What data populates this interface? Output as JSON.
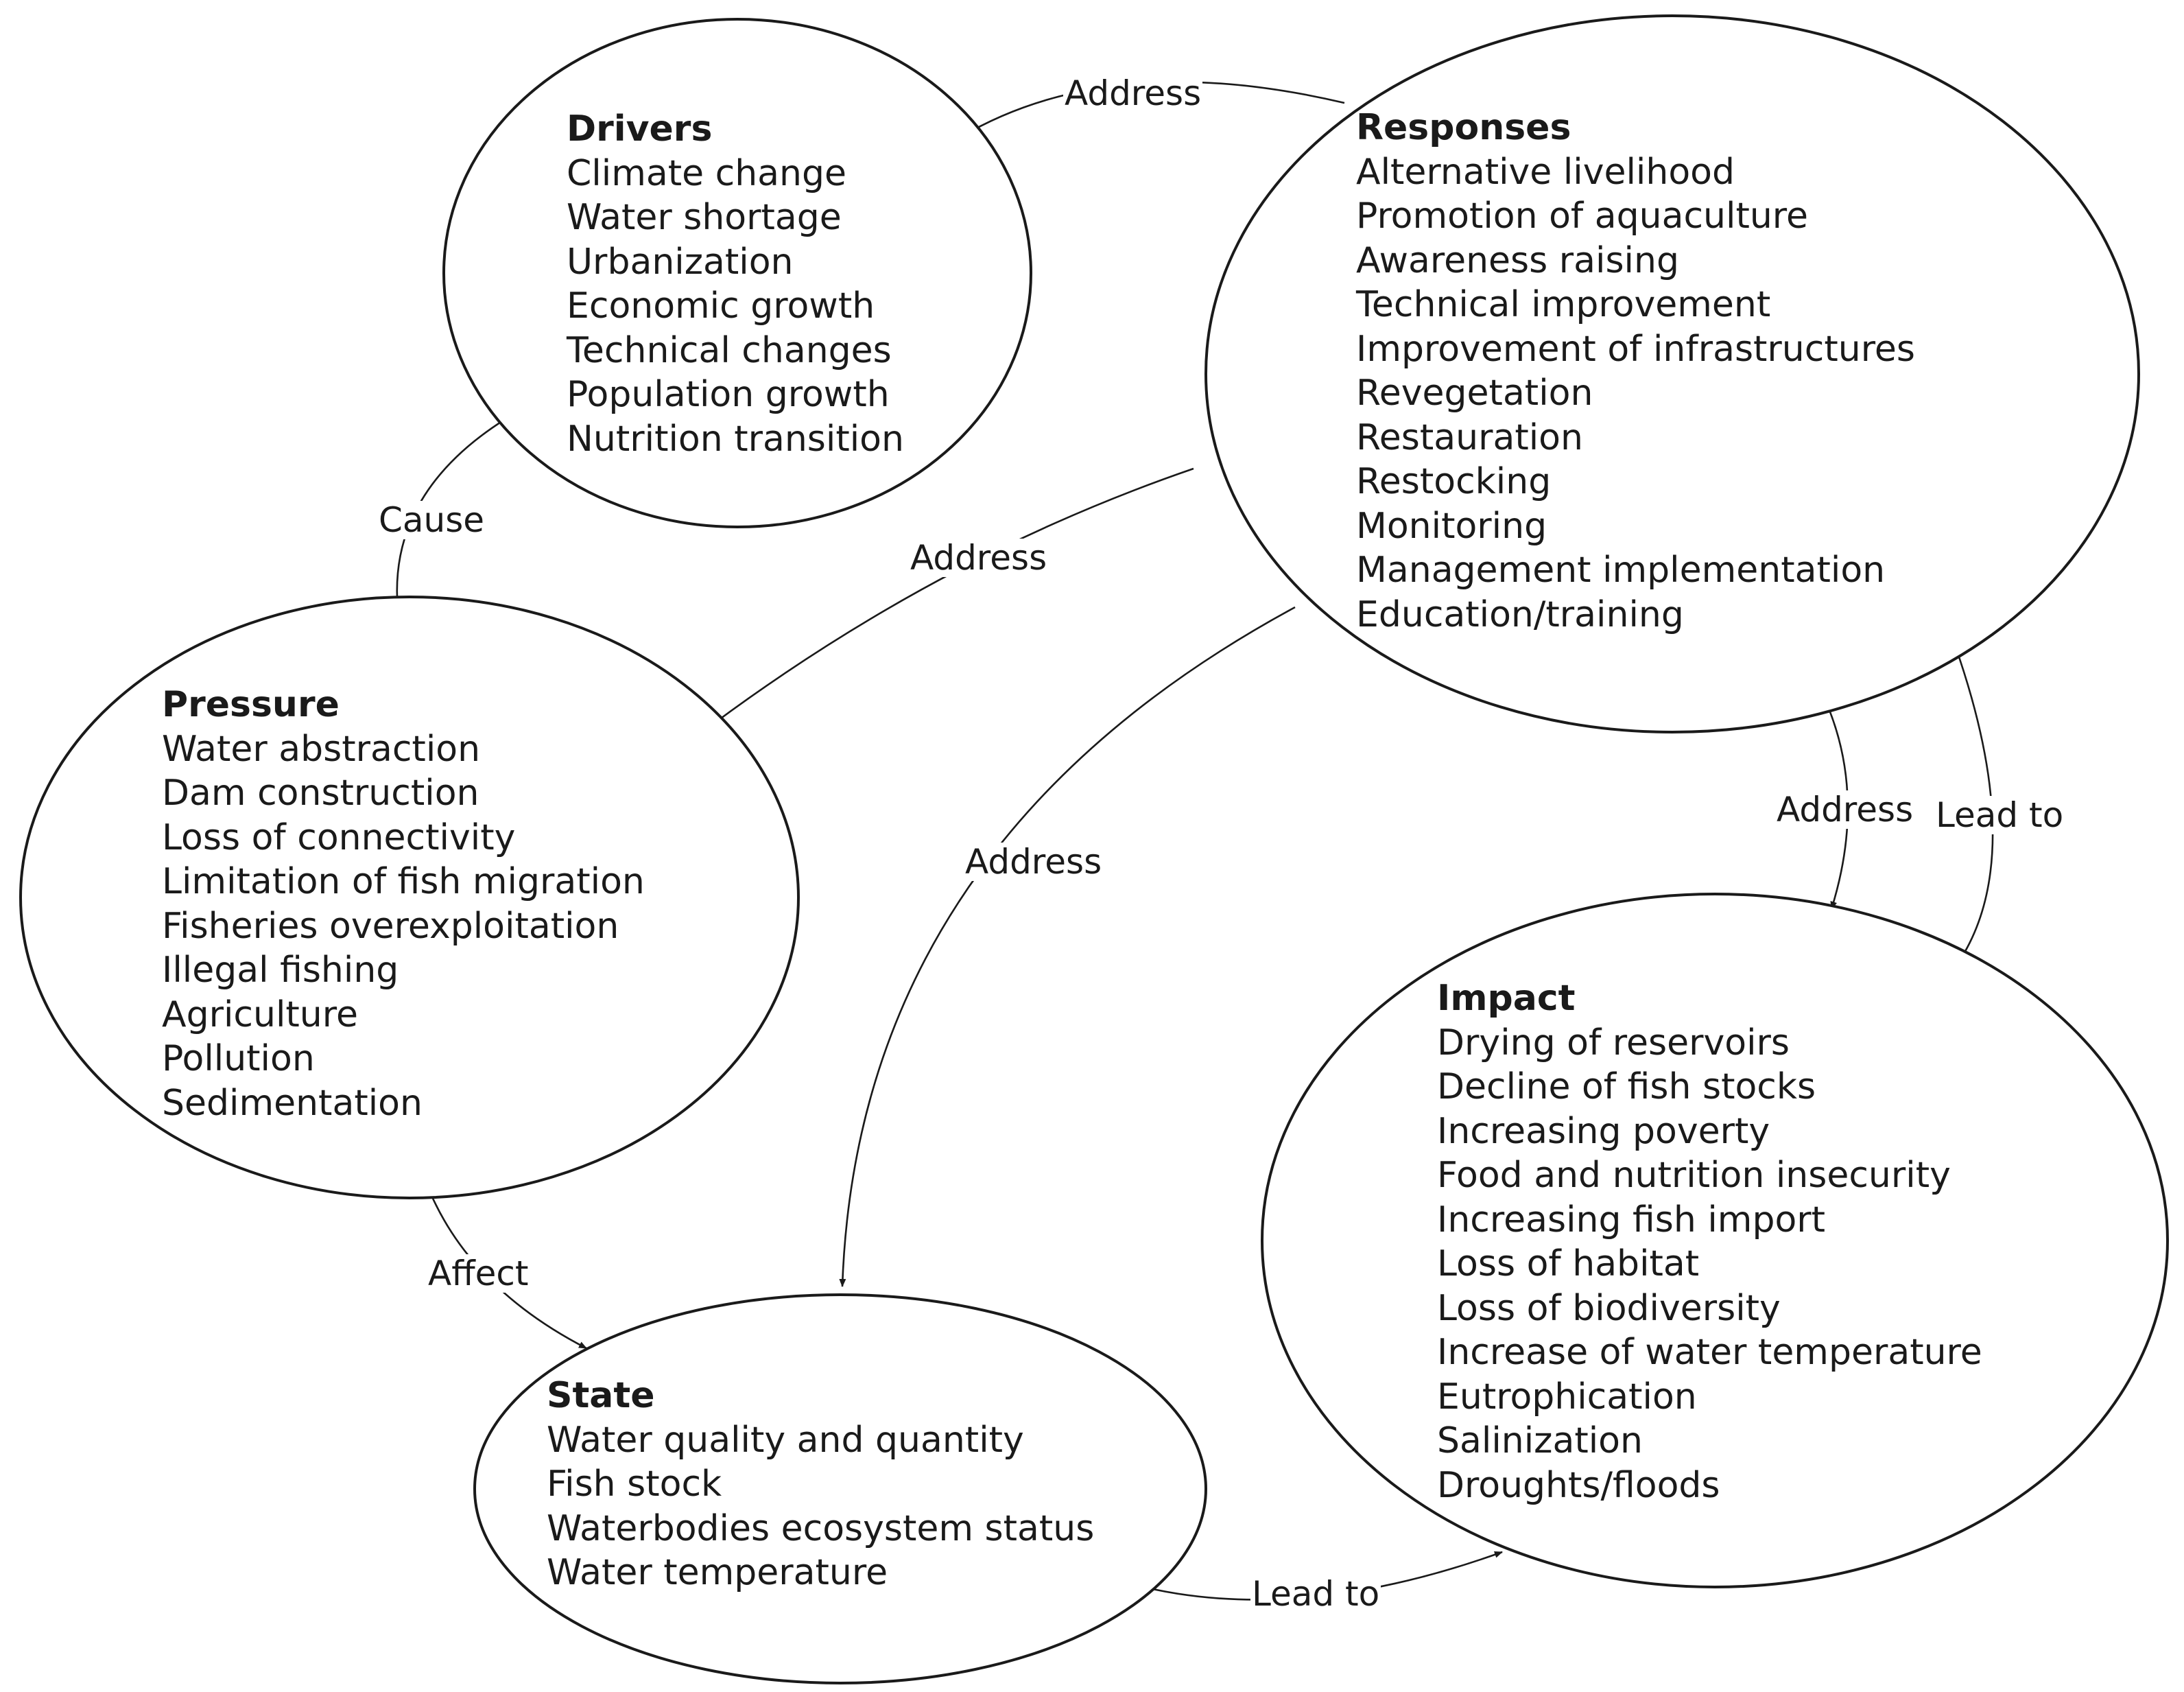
{
  "colors": {
    "stroke": "#1a1a1a",
    "text": "#1a1a1a",
    "background": "#ffffff"
  },
  "nodes": {
    "drivers": {
      "title": "Drivers",
      "items": [
        "Climate change",
        "Water shortage",
        "Urbanization",
        "Economic growth",
        "Technical changes",
        "Population growth",
        "Nutrition transition"
      ]
    },
    "responses": {
      "title": "Responses",
      "items": [
        "Alternative livelihood",
        "Promotion of aquaculture",
        "Awareness raising",
        "Technical improvement",
        "Improvement of infrastructures",
        "Revegetation",
        "Restauration",
        "Restocking",
        "Monitoring",
        "Management implementation",
        "Education/training"
      ]
    },
    "pressure": {
      "title": "Pressure",
      "items": [
        "Water abstraction",
        "Dam construction",
        "Loss of connectivity",
        "Limitation of fish migration",
        "Fisheries overexploitation",
        "Illegal fishing",
        "Agriculture",
        "Pollution",
        "Sedimentation"
      ]
    },
    "state": {
      "title": "State",
      "items": [
        "Water quality and quantity",
        "Fish stock",
        "Waterbodies ecosystem status",
        "Water temperature"
      ]
    },
    "impact": {
      "title": "Impact",
      "items": [
        "Drying of reservoirs",
        "Decline of fish stocks",
        "Increasing poverty",
        "Food and nutrition insecurity",
        "Increasing fish import",
        "Loss of habitat",
        "Loss of biodiversity",
        "Increase of water temperature",
        "Eutrophication",
        "Salinization",
        "Droughts/floods"
      ]
    }
  },
  "edges": {
    "responses_drivers": "Address",
    "drivers_pressure": "Cause",
    "responses_pressure": "Address",
    "responses_state": "Address",
    "responses_impact": "Address",
    "impact_responses": "Lead to",
    "pressure_state": "Affect",
    "state_impact": "Lead to"
  }
}
